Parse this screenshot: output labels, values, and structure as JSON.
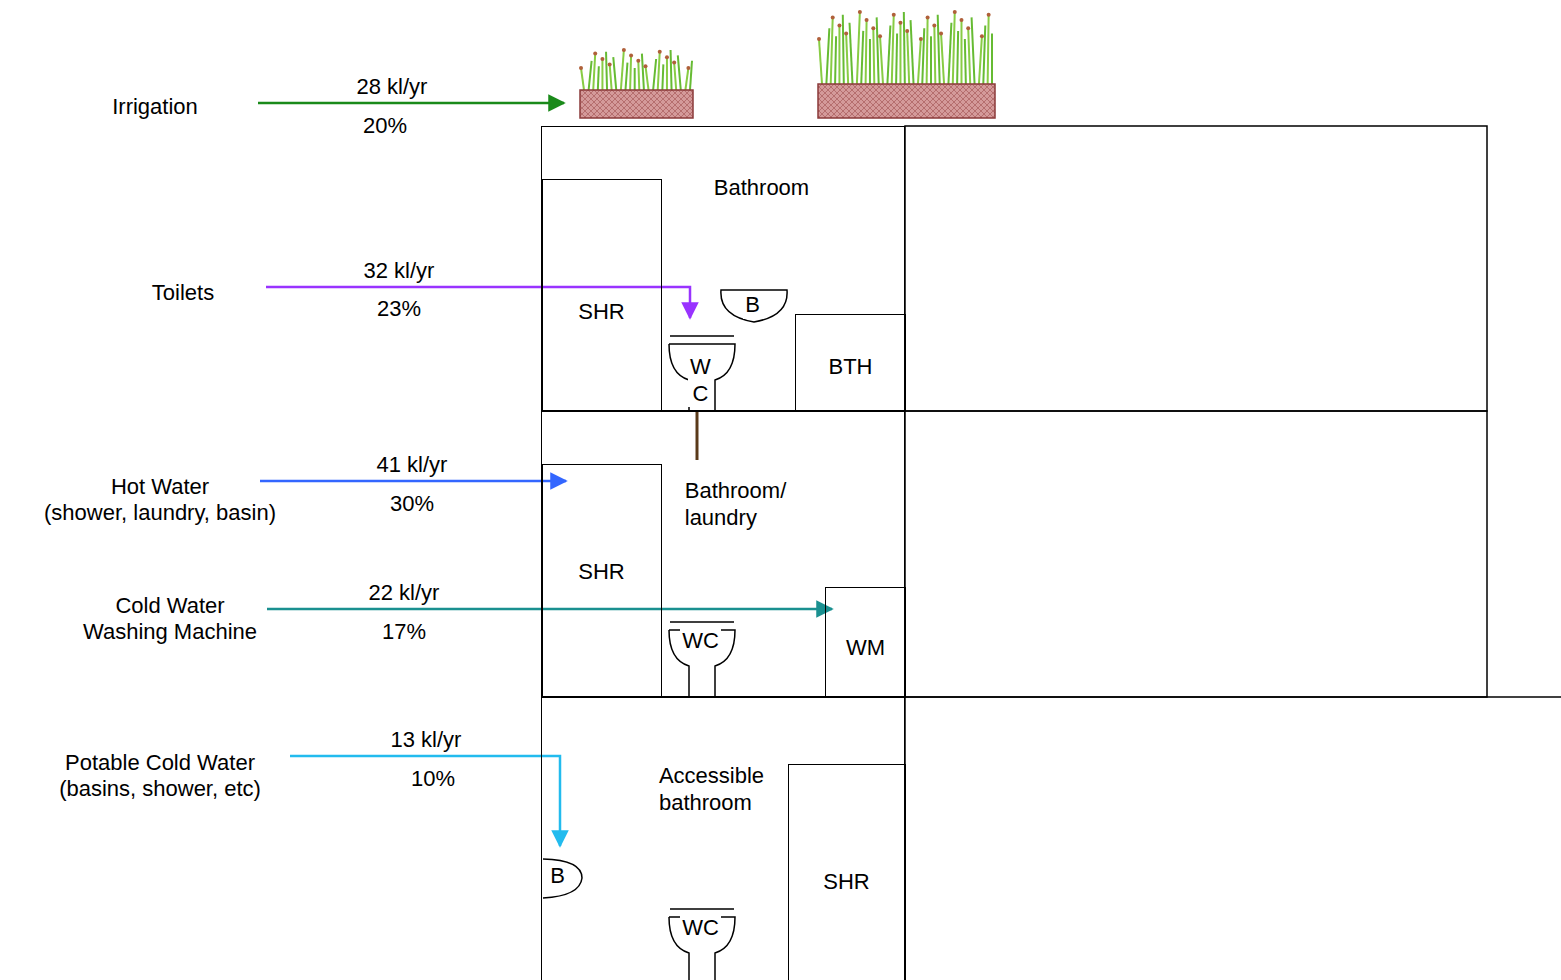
{
  "diagram": {
    "nodes": [
      {
        "text": [
          "Bathroom"
        ]
      },
      {
        "text": [
          "SHR"
        ],
        "in": 0
      },
      {
        "text": [
          "B"
        ],
        "in": 0
      },
      {
        "text": [
          "W C"
        ],
        "in": 0
      },
      {
        "text": [
          "BTH"
        ],
        "in": 0
      },
      {
        "text": [
          "Bathroom/ laundry"
        ]
      },
      {
        "text": [
          "SHR"
        ],
        "in": 5
      },
      {
        "text": [
          "WC"
        ],
        "in": 5
      },
      {
        "text": [
          "WM"
        ],
        "in": 5
      },
      {
        "text": [
          "Accessible bathroom"
        ]
      },
      {
        "text": [
          "B"
        ],
        "in": 9
      },
      {
        "text": [
          "WC"
        ],
        "in": 9
      },
      {
        "text": [
          "SHR"
        ],
        "in": 9
      }
    ],
    "labels": [
      "Irrigation",
      "28 kl/yr",
      "20%",
      "Toilets",
      "32 kl/yr",
      "23%",
      "Hot Water (shower, laundry, basin)",
      "41 kl/yr",
      "30%",
      "Cold Water Washing Machine",
      "22 kl/yr",
      "17%",
      "Potable Cold Water (basins, shower, etc)",
      "13 kl/yr",
      "10%"
    ]
  }
}
